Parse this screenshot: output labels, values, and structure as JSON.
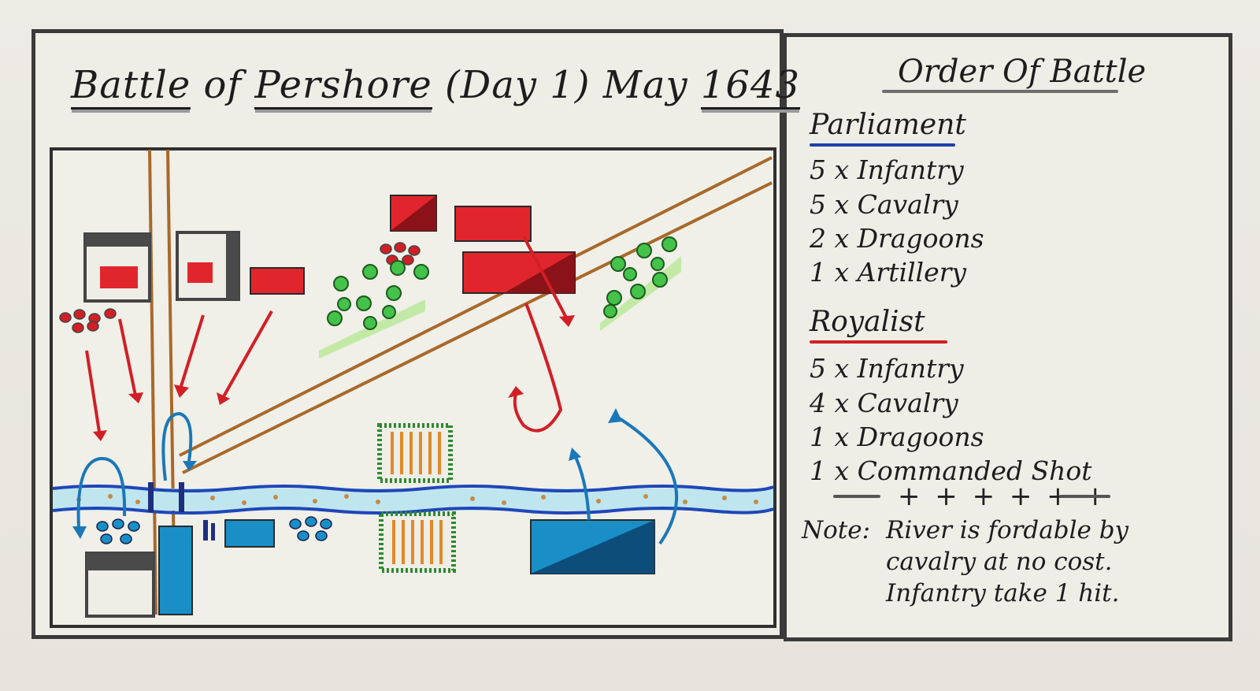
{
  "map_title": {
    "part1": "Battle",
    "part2": "of",
    "part3": "Pershore",
    "part4": "(Day 1)",
    "part5": "May",
    "part6": "1643"
  },
  "order_of_battle": {
    "title": "Order Of Battle",
    "parliament": {
      "name": "Parliament",
      "color": "#1c3fa8",
      "units": [
        "5 x Infantry",
        "5 x Cavalry",
        "2 x Dragoons",
        "1 x Artillery"
      ]
    },
    "royalist": {
      "name": "Royalist",
      "color": "#d11f25",
      "units": [
        "5 x Infantry",
        "4 x Cavalry",
        "1 x Dragoons",
        "1 x Commanded Shot"
      ]
    },
    "separator": "+ + + + + +",
    "note_label": "Note:",
    "note_lines": [
      "River is fordable by",
      "cavalry at no cost.",
      "Infantry take 1 hit."
    ]
  },
  "legend_colors": {
    "royalist_red": "#e0262c",
    "parliament_blue": "#1a8fc7",
    "road_brown": "#a8692a",
    "river_blue": "#1f47b8",
    "woods_green": "#44c24a",
    "field_orange": "#e08a2a",
    "town_grey": "#4a4a4a"
  }
}
